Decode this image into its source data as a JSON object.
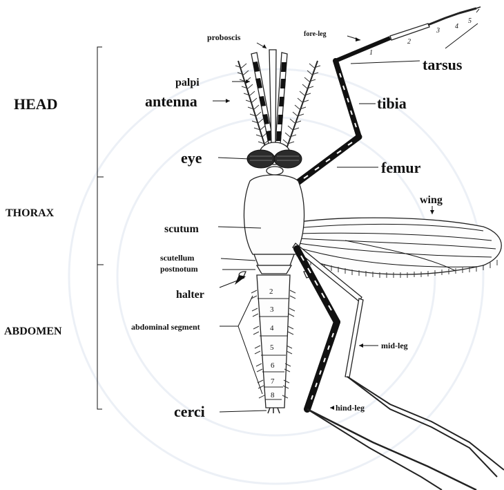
{
  "regions": {
    "head": "HEAD",
    "thorax": "THORAX",
    "abdomen": "ABDOMEN"
  },
  "labels": {
    "proboscis": "proboscis",
    "palpi": "palpi",
    "antenna": "antenna",
    "eye": "eye",
    "scutum": "scutum",
    "scutellum": "scutellum",
    "postnotum": "postnotum",
    "halter": "halter",
    "abdominal_segment": "abdominal segment",
    "cerci": "cerci",
    "fore_leg": "fore-leg",
    "tarsus": "tarsus",
    "tibia": "tibia",
    "femur": "femur",
    "wing": "wing",
    "mid_leg": "mid-leg",
    "hind_leg": "hind-leg"
  },
  "tarsus_numbers": [
    "1",
    "2",
    "3",
    "4",
    "5"
  ],
  "abdomen_segments": [
    "2",
    "3",
    "4",
    "5",
    "6",
    "7",
    "8"
  ]
}
